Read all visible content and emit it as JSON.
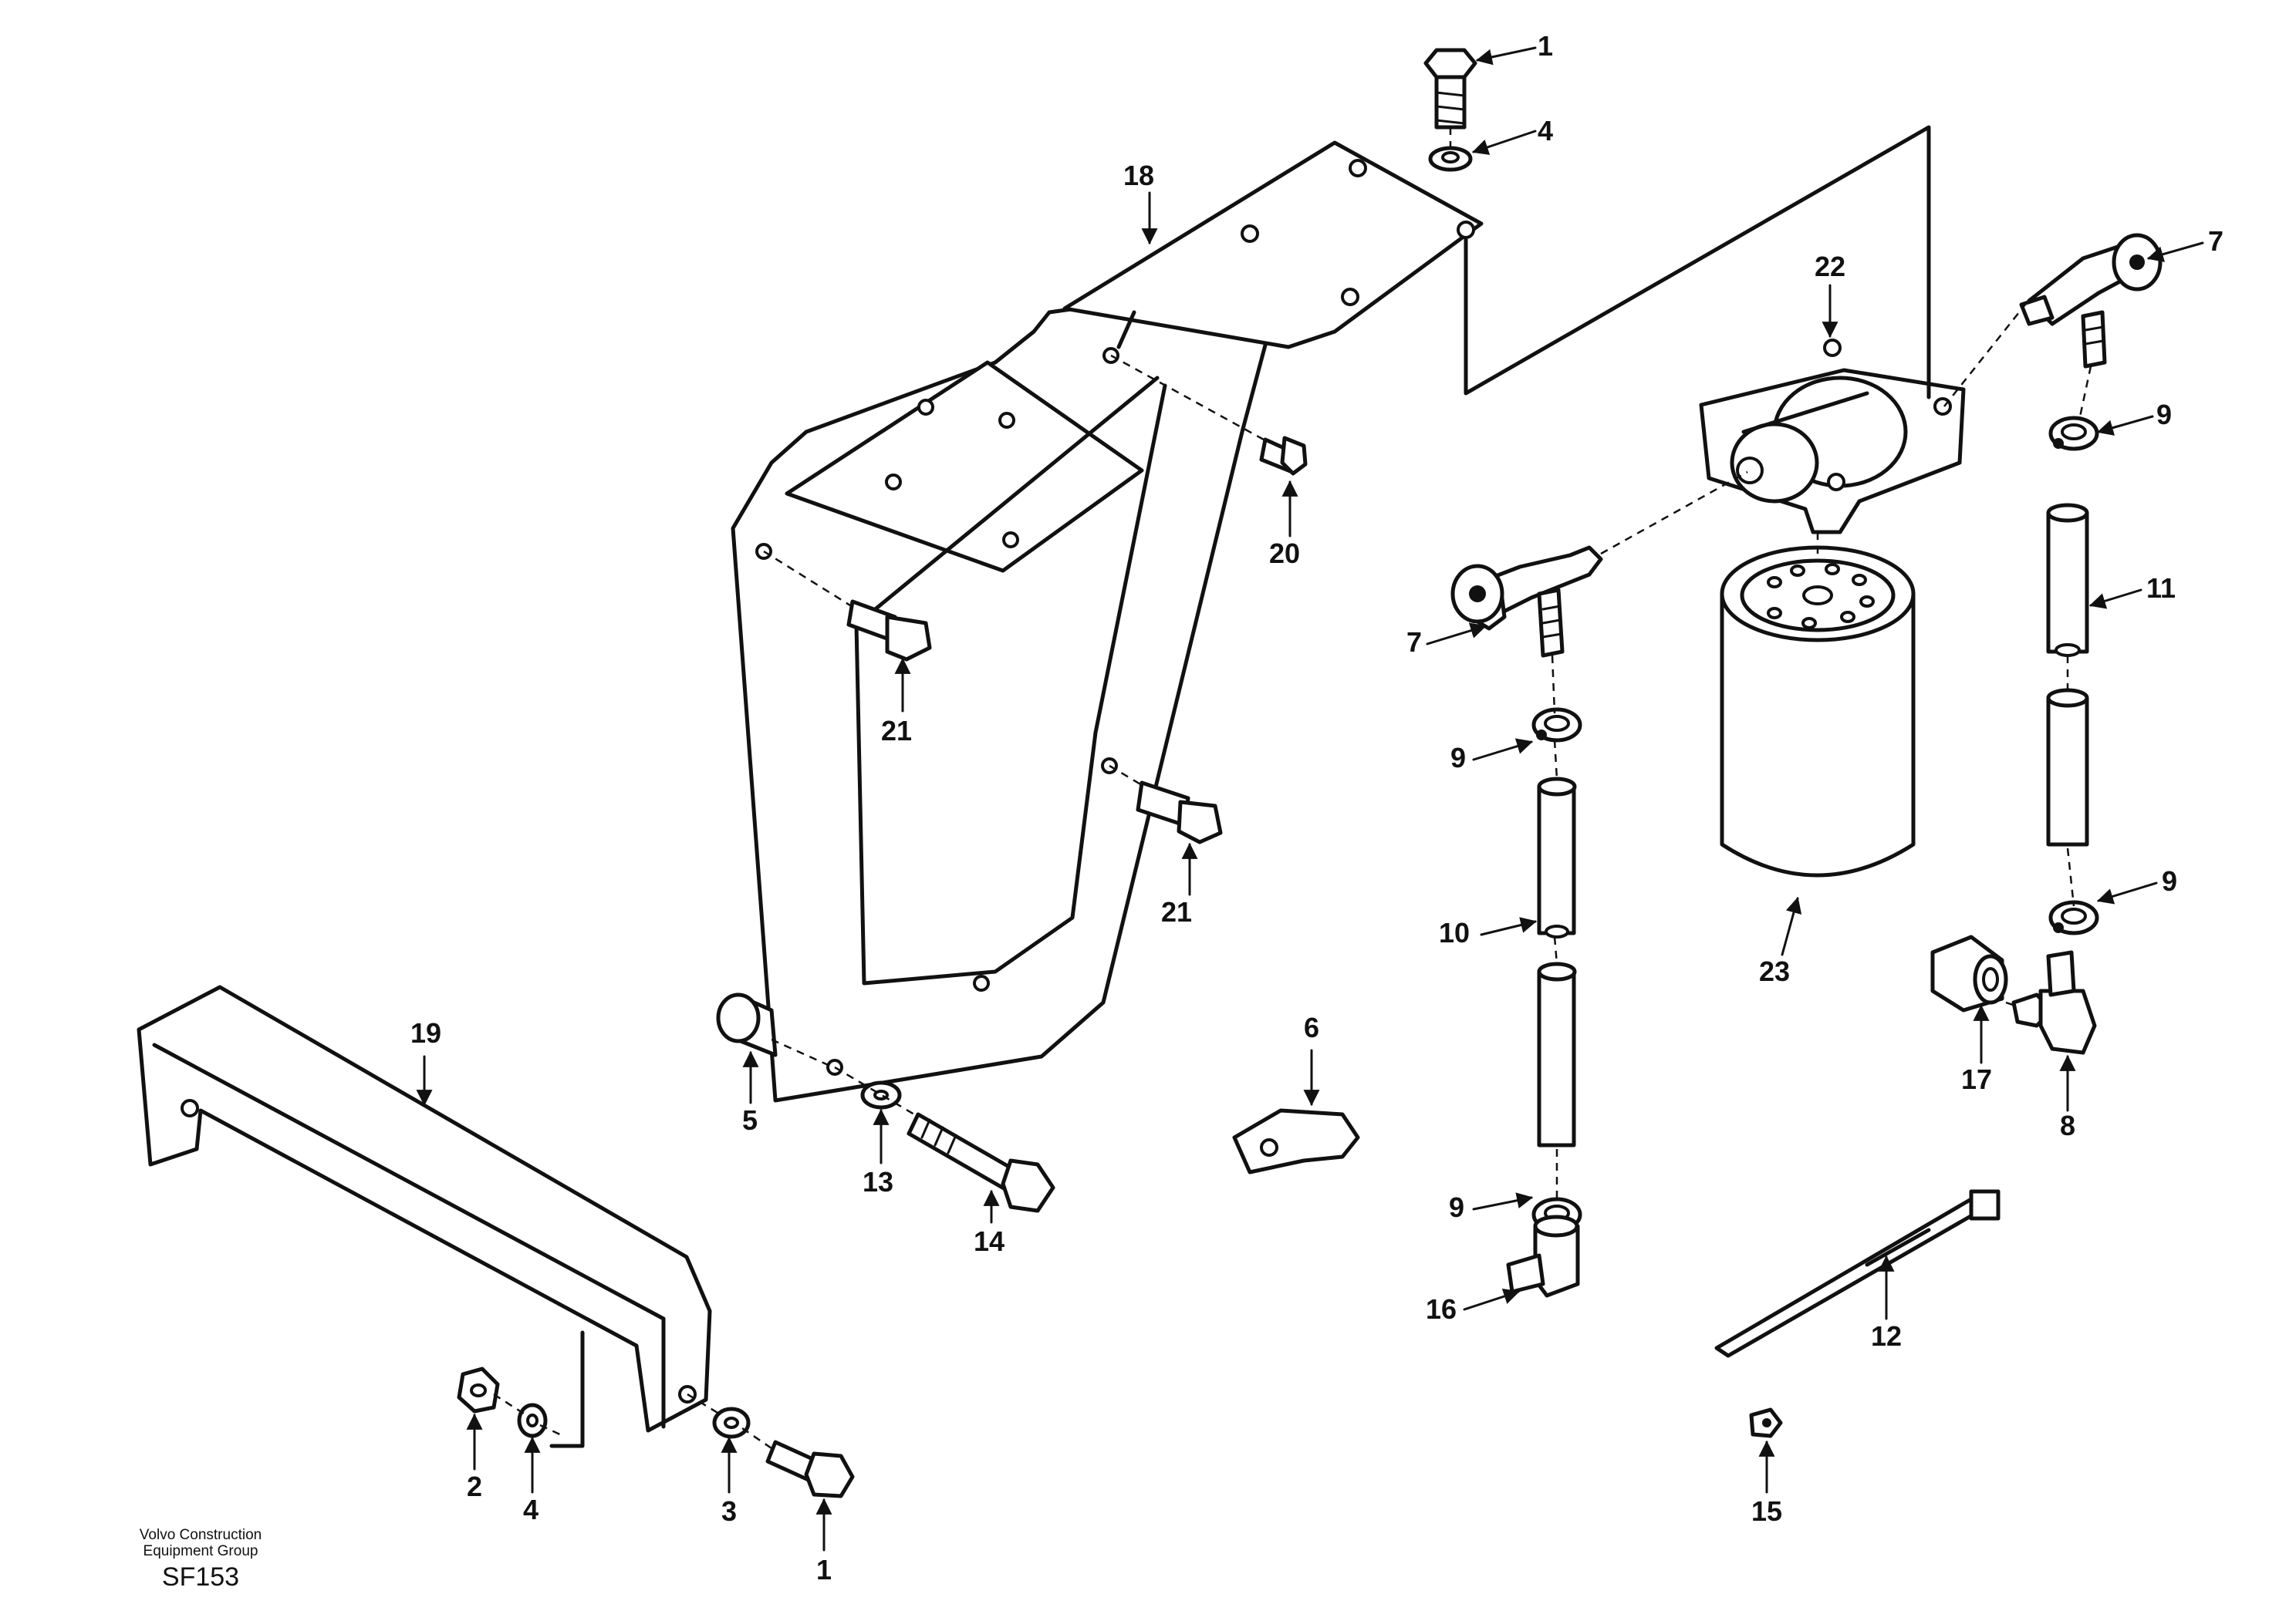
{
  "callouts": {
    "c1_top": "1",
    "c4_top": "4",
    "c18": "18",
    "c7_right": "7",
    "c22": "22",
    "c9_a": "9",
    "c11": "11",
    "c20": "20",
    "c7_left": "7",
    "c21_a": "21",
    "c9_b": "9",
    "c21_b": "21",
    "c10": "10",
    "c23": "23",
    "c9_c": "9",
    "c17": "17",
    "c8": "8",
    "c19": "19",
    "c6": "6",
    "c5": "5",
    "c13": "13",
    "c14": "14",
    "c9_d": "9",
    "c16": "16",
    "c12": "12",
    "c15": "15",
    "c2": "2",
    "c4_bottom": "4",
    "c3": "3",
    "c1_bottom": "1"
  },
  "footer": {
    "org_line1": "Volvo Construction",
    "org_line2": "Equipment Group",
    "code": "SF153"
  }
}
